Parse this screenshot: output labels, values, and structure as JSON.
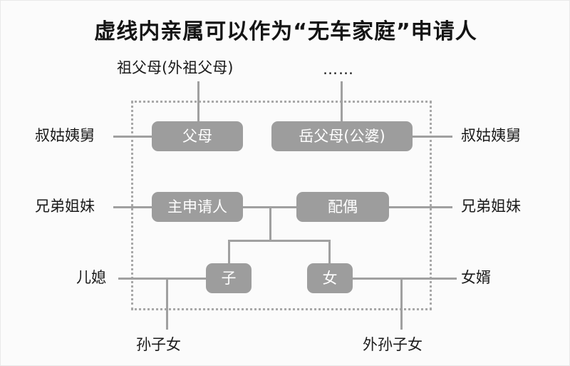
{
  "title": "虚线内亲属可以作为“无车家庭”申请人",
  "dotted_region": {
    "meaning": "虚线内亲属",
    "border_color": "#a8a8a8",
    "style": "dotted"
  },
  "colors": {
    "node_fill": "#9d9d9d",
    "node_text": "#ffffff",
    "line": "#a0a0a0",
    "label_text": "#1b1b1b",
    "background": "#fbfbfb",
    "title_text": "#141414"
  },
  "nodes": {
    "parents": "父母",
    "parents_in_law": "岳父母(公婆)",
    "main_applicant": "主申请人",
    "spouse": "配偶",
    "son": "子",
    "daughter": "女"
  },
  "outside_labels": {
    "grandparents": "祖父母(外祖父母)",
    "ellipsis": "……",
    "uncles_aunts_left": "叔姑姨舅",
    "uncles_aunts_right": "叔姑姨舅",
    "siblings_left": "兄弟姐妹",
    "siblings_right": "兄弟姐妹",
    "daughter_in_law": "儿媳",
    "son_in_law": "女婿",
    "grandchildren_paternal": "孙子女",
    "grandchildren_maternal": "外孙子女"
  }
}
